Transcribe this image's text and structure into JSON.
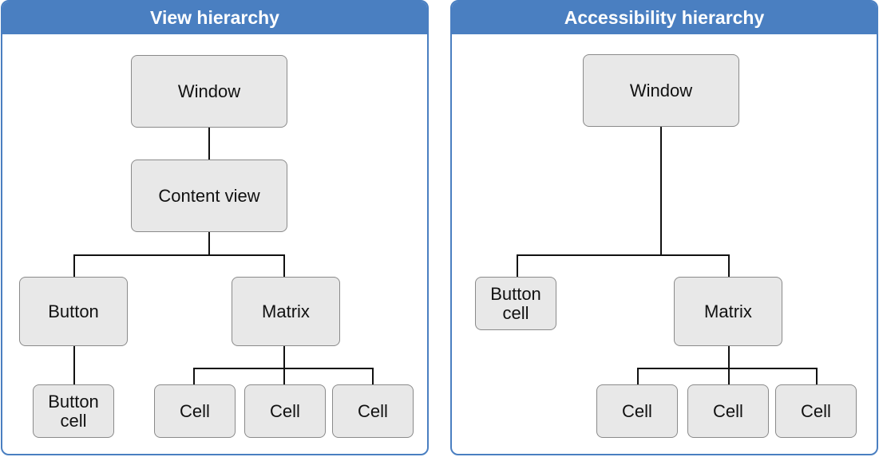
{
  "view_hierarchy": {
    "title": "View hierarchy",
    "nodes": {
      "window": "Window",
      "content_view": "Content view",
      "button": "Button",
      "matrix": "Matrix",
      "button_cell": "Button\ncell",
      "cell_1": "Cell",
      "cell_2": "Cell",
      "cell_3": "Cell"
    }
  },
  "accessibility_hierarchy": {
    "title": "Accessibility hierarchy",
    "nodes": {
      "window": "Window",
      "button_cell": "Button\ncell",
      "matrix": "Matrix",
      "cell_1": "Cell",
      "cell_2": "Cell",
      "cell_3": "Cell"
    }
  },
  "colors": {
    "header_blue": "#4a7fc1",
    "node_fill": "#e8e8e8",
    "node_border": "#8a8a8a"
  }
}
